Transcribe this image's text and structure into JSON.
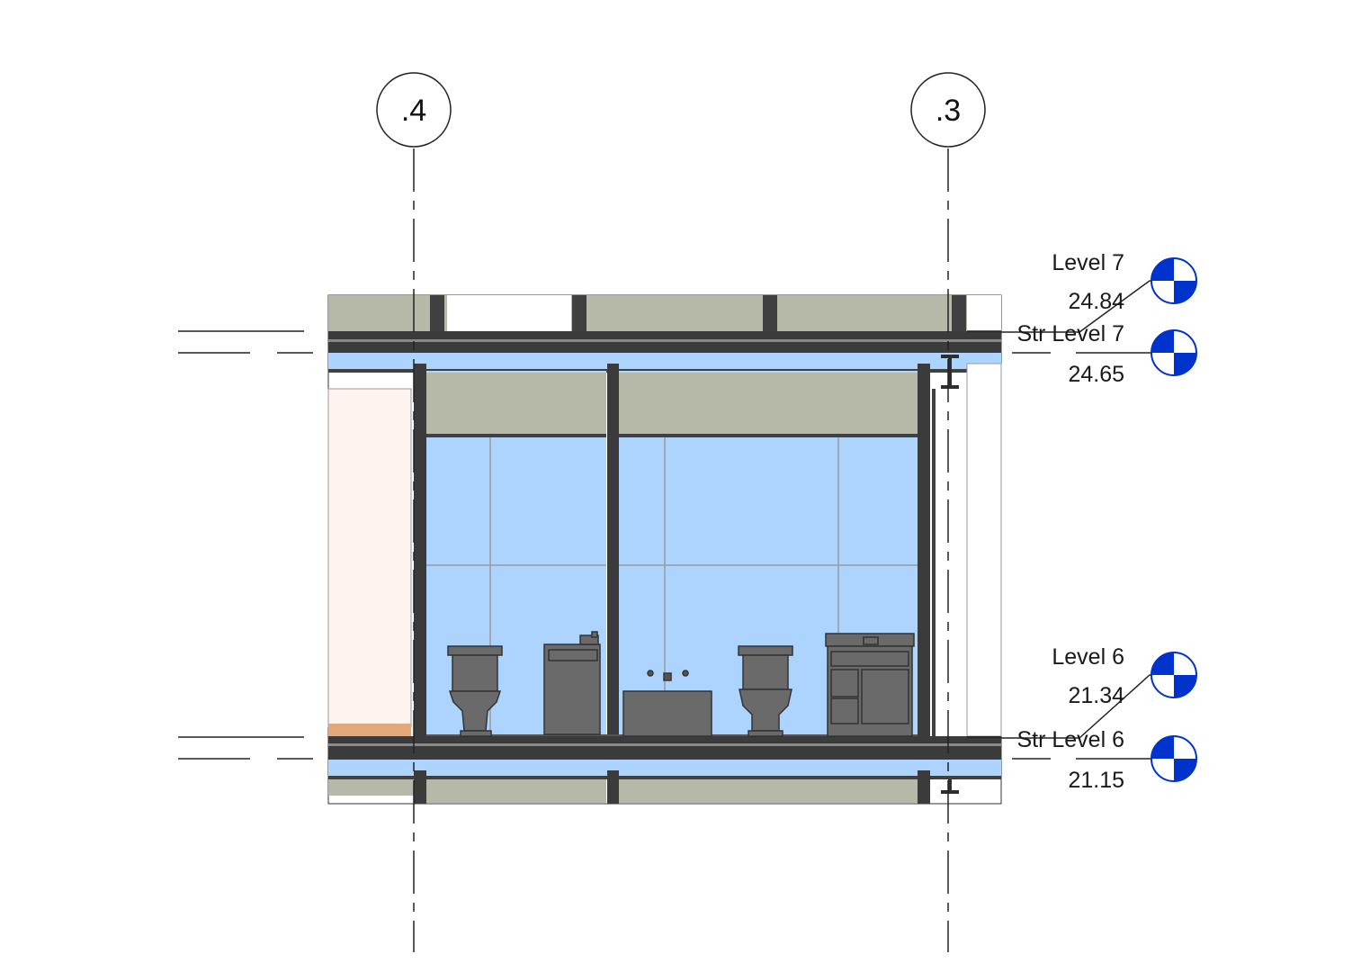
{
  "grids": [
    {
      "label": ".4"
    },
    {
      "label": ".3"
    }
  ],
  "levels": [
    {
      "name": "Level 7",
      "elevation": "24.84"
    },
    {
      "name": "Str Level 7",
      "elevation": "24.65"
    },
    {
      "name": "Level 6",
      "elevation": "21.34"
    },
    {
      "name": "Str Level 6",
      "elevation": "21.15"
    }
  ],
  "colors": {
    "glass": "#acd4ff",
    "spandrel": "#b6b9a8",
    "mullion": "#404040",
    "fixture": "#6a6a6a",
    "level_marker": "#0033cc",
    "wall": "#fdf3ef",
    "accent": "#e2a87a"
  }
}
